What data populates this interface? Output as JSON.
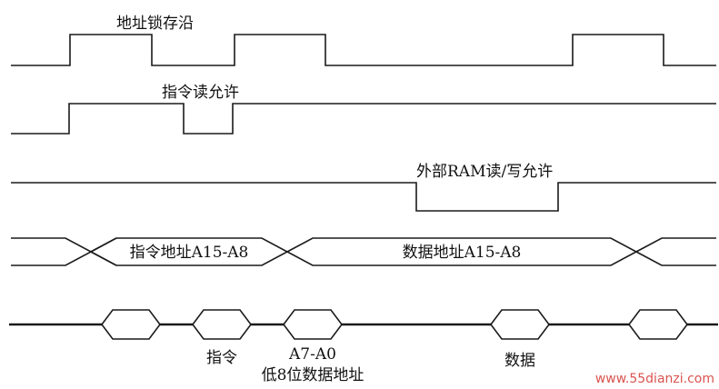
{
  "signals": {
    "ale_label": "地址锁存沿",
    "psen_label": "指令读允许",
    "ram_read_write_label": "外部RAM读/写允许",
    "bus_high_instr_addr": "指令地址A15-A8",
    "bus_high_data_addr": "数据地址A15-A8",
    "bus_low_instr": "指令",
    "bus_low_a7_a0": "A7-A0",
    "bus_low_data_addr": "低8位数据地址",
    "bus_low_data": "数据"
  },
  "watermark": "www.55dianzi.com"
}
